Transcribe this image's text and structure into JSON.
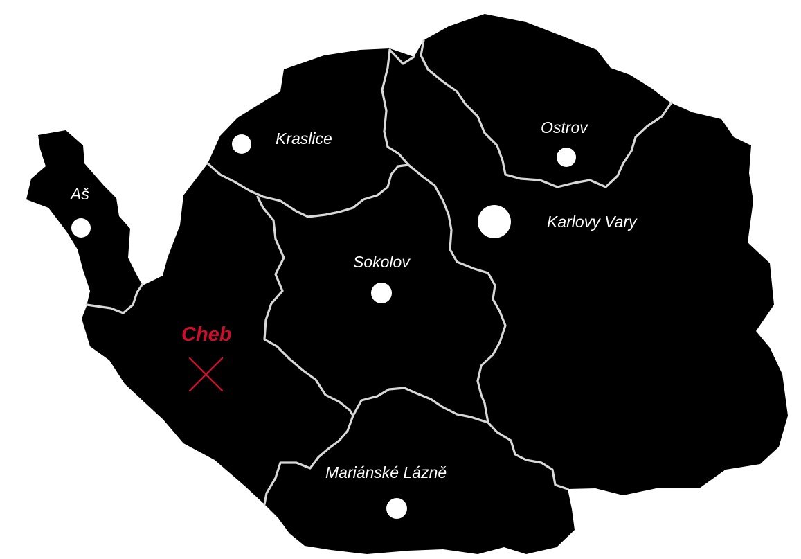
{
  "colors": {
    "region_fill": "#000000",
    "border": "#d8d8d8",
    "city_dot": "#ffffff",
    "label": "#ffffff",
    "highlight": "#c8102e"
  },
  "map": {
    "regions": [
      "Aš",
      "Kraslice",
      "Ostrov",
      "Karlovy Vary",
      "Sokolov",
      "Cheb",
      "Mariánské Lázně"
    ],
    "cities": {
      "as": {
        "label": "Aš"
      },
      "kraslice": {
        "label": "Kraslice"
      },
      "ostrov": {
        "label": "Ostrov"
      },
      "karlovy_vary": {
        "label": "Karlovy Vary"
      },
      "sokolov": {
        "label": "Sokolov"
      },
      "cheb": {
        "label": "Cheb",
        "highlighted": true,
        "marker": "cross-icon"
      },
      "marianske_lazne": {
        "label": "Mariánské Lázně"
      }
    }
  }
}
